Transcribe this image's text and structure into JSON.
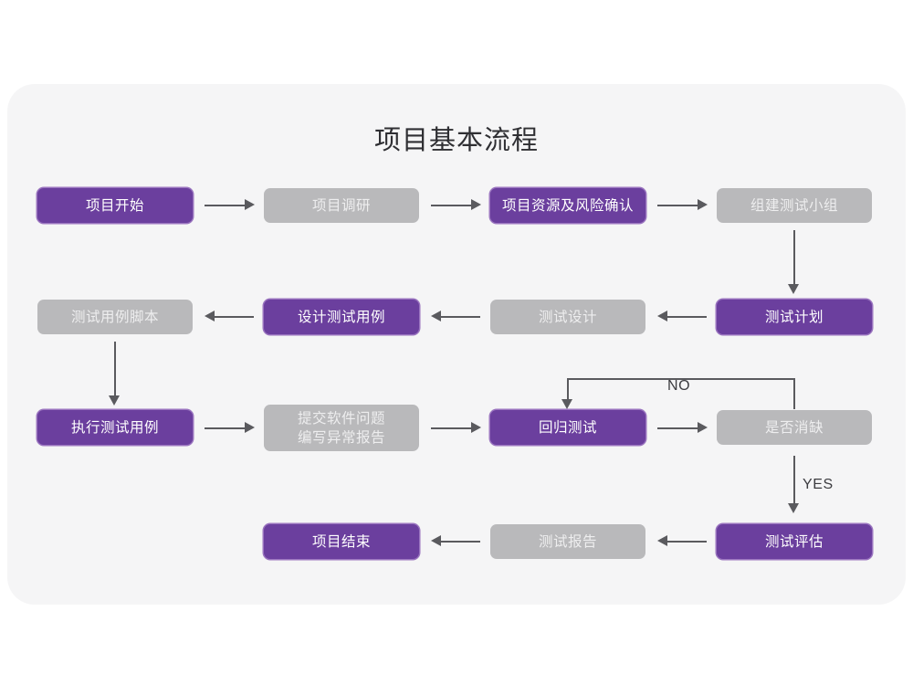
{
  "diagram": {
    "title": "项目基本流程",
    "card_bg": "#f5f5f6",
    "colors": {
      "purple": "#6b3f9e",
      "purple_outline": "#9a74bf",
      "gray": "#b9b9bb",
      "connector": "#5a5a5e",
      "title_text": "#2f2f33"
    },
    "nodes": [
      {
        "id": "n1",
        "label": "项目开始",
        "style": "purple",
        "row": 1
      },
      {
        "id": "n2",
        "label": "项目调研",
        "style": "gray",
        "row": 1
      },
      {
        "id": "n3",
        "label": "项目资源及风险确认",
        "style": "purple",
        "row": 1
      },
      {
        "id": "n4",
        "label": "组建测试小组",
        "style": "gray",
        "row": 1
      },
      {
        "id": "n5",
        "label": "测试用例脚本",
        "style": "gray",
        "row": 2
      },
      {
        "id": "n6",
        "label": "设计测试用例",
        "style": "purple",
        "row": 2
      },
      {
        "id": "n7",
        "label": "测试设计",
        "style": "gray",
        "row": 2
      },
      {
        "id": "n8",
        "label": "测试计划",
        "style": "purple",
        "row": 2
      },
      {
        "id": "n9",
        "label": "执行测试用例",
        "style": "purple",
        "row": 3
      },
      {
        "id": "n10",
        "label": "提交软件问题\n编写异常报告",
        "style": "gray",
        "row": 3
      },
      {
        "id": "n11",
        "label": "回归测试",
        "style": "purple",
        "row": 3
      },
      {
        "id": "n12",
        "label": "是否消缺",
        "style": "gray",
        "row": 3
      },
      {
        "id": "n13",
        "label": "项目结束",
        "style": "purple",
        "row": 4
      },
      {
        "id": "n14",
        "label": "测试报告",
        "style": "gray",
        "row": 4
      },
      {
        "id": "n15",
        "label": "测试评估",
        "style": "purple",
        "row": 4
      }
    ],
    "edge_labels": {
      "no": "NO",
      "yes": "YES"
    }
  }
}
